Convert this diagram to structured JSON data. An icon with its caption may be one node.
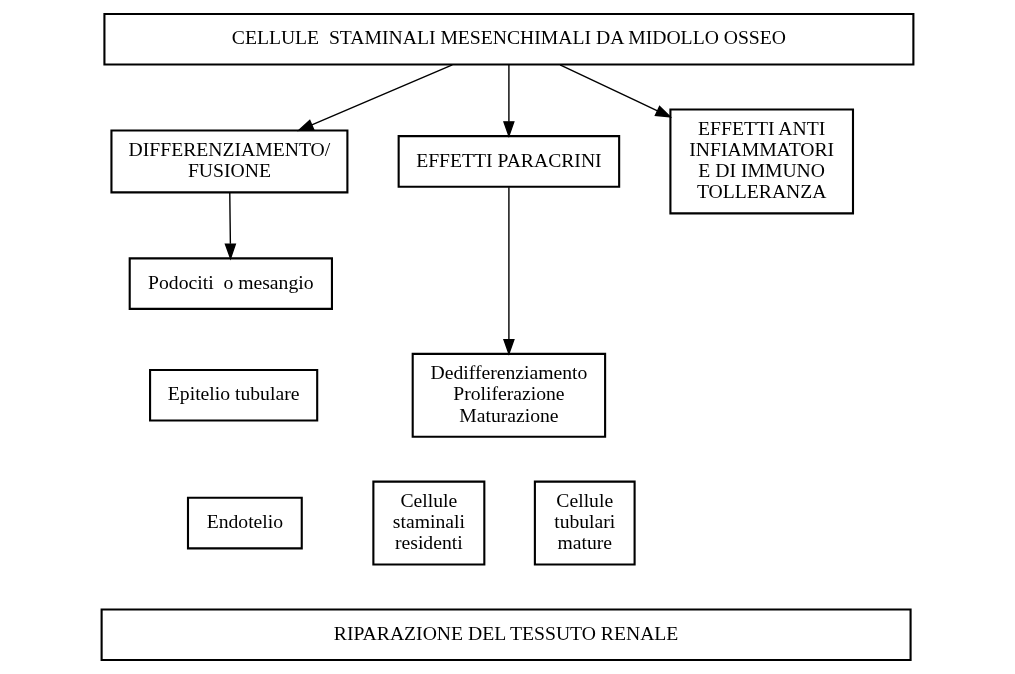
{
  "diagram": {
    "nodes": [
      {
        "text": [
          "CELLULE  STAMINALI MESENCHIMALI DA MIDOLLO OSSEO"
        ]
      },
      {
        "text": [
          "DIFFERENZIAMENTO/ FUSIONE"
        ]
      },
      {
        "text": [
          "EFFETTI PARACRINI"
        ]
      },
      {
        "text": [
          "EFFETTI ANTI INFIAMMATORI E DI IMMUNO TOLLERANZA"
        ]
      },
      {
        "text": [
          "Podociti  o mesangio"
        ]
      },
      {
        "text": [
          "Epitelio tubulare"
        ]
      },
      {
        "text": [
          "Endotelio"
        ]
      },
      {
        "text": [
          "Dedifferenziamento Proliferazione Maturazione"
        ]
      },
      {
        "text": [
          "Cellule staminali residenti"
        ]
      },
      {
        "text": [
          "Cellule tubulari mature"
        ]
      },
      {
        "text": [
          "RIPARAZIONE DEL TESSUTO RENALE"
        ]
      }
    ],
    "edges": [
      {
        "from": 0,
        "to": 1,
        "arrow": "to"
      },
      {
        "from": 0,
        "to": 2,
        "arrow": "to"
      },
      {
        "from": 0,
        "to": 3,
        "arrow": "to"
      },
      {
        "from": 1,
        "to": 4,
        "arrow": "to"
      },
      {
        "from": 2,
        "to": 7,
        "arrow": "to"
      }
    ]
  }
}
